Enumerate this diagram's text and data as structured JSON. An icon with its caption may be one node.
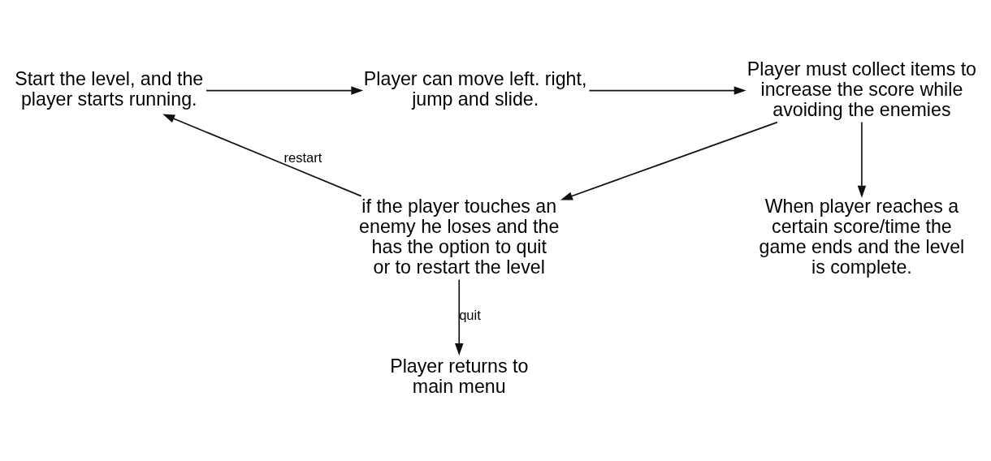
{
  "diagram": {
    "nodes": [
      {
        "text": [
          "Start the level, and the player starts running."
        ]
      },
      {
        "text": [
          "Player can move left. right, jump and slide."
        ]
      },
      {
        "text": [
          "Player must collect items to increase the score while avoiding the enemies"
        ]
      },
      {
        "text": [
          "if the player touches an enemy he loses and the has the option to quit or to restart the level"
        ]
      },
      {
        "text": [
          "Player returns to main menu"
        ]
      },
      {
        "text": [
          "When player reaches a certain score/time the game ends and the level is complete."
        ]
      }
    ],
    "edges": [
      {
        "from": 0,
        "to": 1,
        "arrow": "to"
      },
      {
        "from": 1,
        "to": 2,
        "arrow": "to"
      },
      {
        "from": 2,
        "to": 3,
        "arrow": "to"
      },
      {
        "from": 2,
        "to": 5,
        "arrow": "to"
      },
      {
        "from": 3,
        "to": 0,
        "arrow": "to",
        "label": "restart"
      },
      {
        "from": 3,
        "to": 4,
        "arrow": "to",
        "label": "quit"
      }
    ]
  }
}
